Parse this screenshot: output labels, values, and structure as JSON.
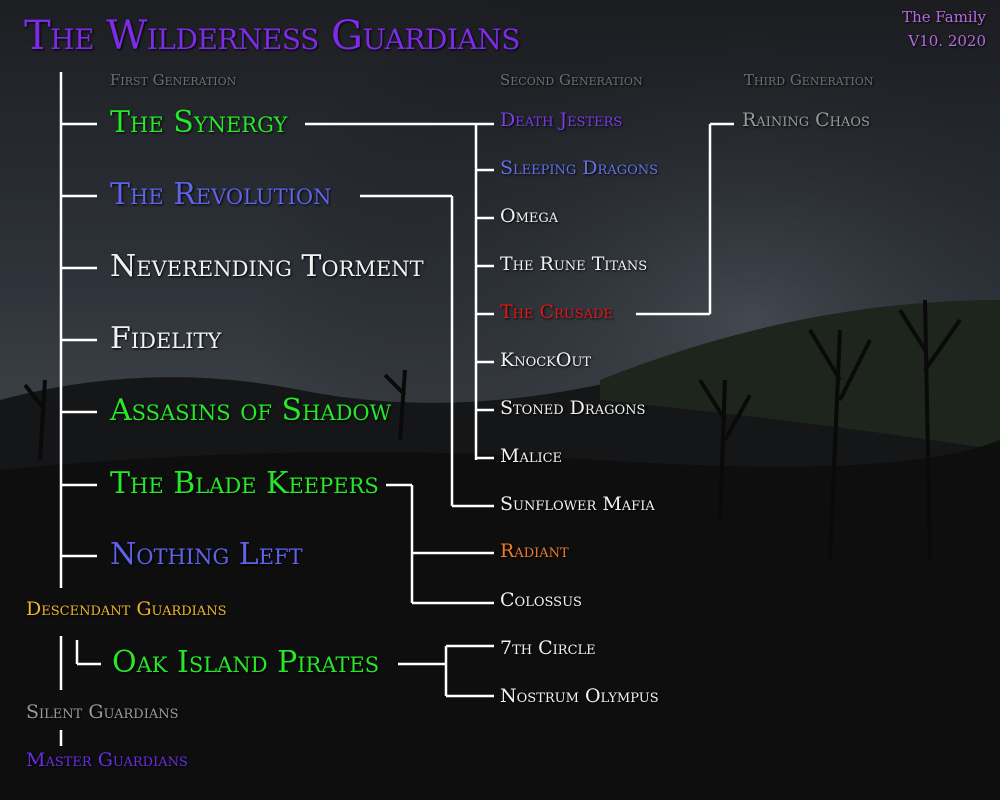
{
  "title": "The Wilderness Guardians",
  "credit": {
    "line1": "The Family",
    "line2": "V10. 2020"
  },
  "headers": {
    "first": "First Generation",
    "second": "Second Generation",
    "third": "Third Generation"
  },
  "first_generation": [
    {
      "label": "The Synergy",
      "color": "#28e62a"
    },
    {
      "label": "The Revolution",
      "color": "#5f63e8"
    },
    {
      "label": "Neverending Torment",
      "color": "#f2f2f2"
    },
    {
      "label": "Fidelity",
      "color": "#f2f2f2"
    },
    {
      "label": "Assasins of Shadow",
      "color": "#28e62a"
    },
    {
      "label": "The Blade Keepers",
      "color": "#28e62a"
    },
    {
      "label": "Nothing Left",
      "color": "#5f63e8"
    }
  ],
  "second_generation": [
    {
      "label": "Death Jesters",
      "color": "#7a3de6"
    },
    {
      "label": "Sleeping Dragons",
      "color": "#6470e6"
    },
    {
      "label": "Omega",
      "color": "#f2f2f2"
    },
    {
      "label": "The Rune Titans",
      "color": "#f2f2f2"
    },
    {
      "label": "The Crusade",
      "color": "#e11717"
    },
    {
      "label": "KnockOut",
      "color": "#f2f2f2"
    },
    {
      "label": "Stoned Dragons",
      "color": "#f2f2f2"
    },
    {
      "label": "Malice",
      "color": "#f2f2f2"
    },
    {
      "label": "Sunflower Mafia",
      "color": "#f2f2f2"
    },
    {
      "label": "Radiant",
      "color": "#ee7a2a"
    },
    {
      "label": "Colossus",
      "color": "#f2f2f2"
    },
    {
      "label": "7th Circle",
      "color": "#f2f2f2"
    },
    {
      "label": "Nostrum Olympus",
      "color": "#f2f2f2"
    }
  ],
  "third_generation": [
    {
      "label": "Raining Chaos",
      "color": "#9a9a9a"
    }
  ],
  "descendant": {
    "label": "Descendant Guardians",
    "color": "#f0b428"
  },
  "descendant_child": {
    "label": "Oak Island Pirates",
    "color": "#28e62a"
  },
  "silent": {
    "label": "Silent Guardians",
    "color": "#9a9a9a"
  },
  "master": {
    "label": "Master Guardians",
    "color": "#6a2fe0"
  }
}
